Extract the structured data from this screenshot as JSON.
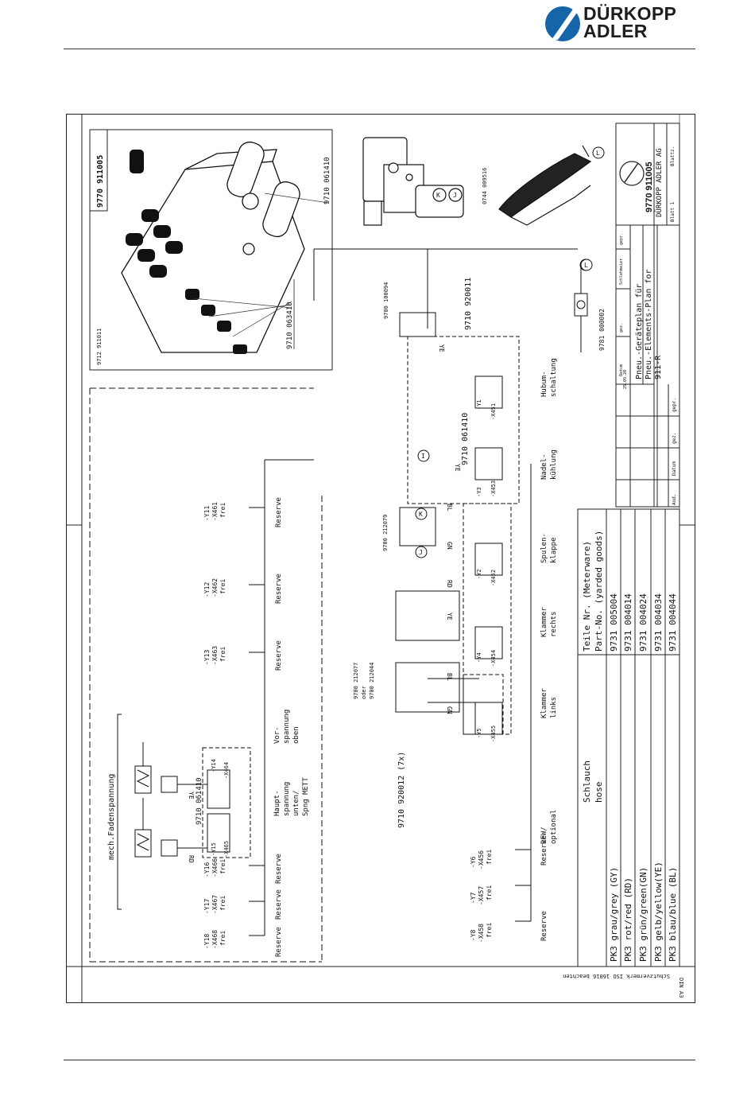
{
  "brand": {
    "line1": "DÜRKOPP",
    "line2": "ADLER"
  },
  "drawing": {
    "number": "9770 911005",
    "title_lines": [
      "Pneu.-Geräteplan für",
      "Pneu.-Elements-Plan for",
      "911-R"
    ],
    "company": "DÜRKOPP ADLER AG",
    "blatt_label": "Blatt 1",
    "blatt_count_label": "Blattz.",
    "date": "25.09.20",
    "revision_cols": [
      "And.",
      "Datum",
      "gez.",
      "gepr."
    ],
    "header_cells": [
      "Datum",
      "gez.",
      "Schlehmeier",
      "gepr."
    ],
    "din": "DIN A3",
    "protection": "Schutzvermerk ISO 16016 beachten"
  },
  "valve_blocks": {
    "block_a": "9770 911005",
    "block_b": "9712 911011",
    "valve_a": "9710 061410",
    "valve_b": "9710 063410",
    "silencer": "9781 000002",
    "handle": "0744 009516",
    "handle_marker": "L",
    "block_markers": [
      "K",
      "J"
    ]
  },
  "hose_table": {
    "headers": [
      [
        "Schlauch",
        "hose"
      ],
      [
        "Teile Nr. (Meterware)",
        "Part-No. (yarded goods)"
      ]
    ],
    "rows": [
      [
        "PK3 grau/grey (GY)",
        "9731 005004"
      ],
      [
        "PK3 rot/red (RD)",
        "9731 004014"
      ],
      [
        "PK3 grün/green(GN)",
        "9731 004024"
      ],
      [
        "PK3 gelb/yellow(YE)",
        "9731 004034"
      ],
      [
        "PK3 blau/blue (BL)",
        "9731 004044"
      ]
    ]
  },
  "reserve_top": [
    {
      "y": "-Y11",
      "x": "-X461",
      "state": "frei",
      "label": "Reserve"
    },
    {
      "y": "-Y12",
      "x": "-X462",
      "state": "frei",
      "label": "Reserve"
    },
    {
      "y": "-Y13",
      "x": "-X463",
      "state": "frei",
      "label": "Reserve"
    },
    {
      "y": "-Y16",
      "x": "-X466",
      "state": "frei",
      "label": "Reserve"
    },
    {
      "y": "-Y17",
      "x": "-X467",
      "state": "frei",
      "label": "Reserve"
    },
    {
      "y": "-Y18",
      "x": "-X468",
      "state": "frei",
      "label": "Reserve"
    }
  ],
  "tension_group": {
    "title": "mech.Fadenspannung",
    "valve": "9710 061410",
    "y15": "-Y15",
    "x465": "-X465",
    "y14": "-Y14",
    "x464": "-X464",
    "hose_rd": "RD",
    "hose_ye": "YE",
    "label_main": [
      "Haupt-",
      "spannung",
      "unten/",
      "Spng METT"
    ],
    "label_pre": [
      "Vor-",
      "spannung",
      "oben"
    ]
  },
  "main_group": {
    "valve_part": "9710 920012 (7x)",
    "cyl_part_a": "9700 212077",
    "cyl_or": "oder",
    "cyl_part_b": "9700 212044",
    "cyl_part_c": "9700 212079",
    "cyl_part_d": "9700 100094",
    "valve_c": "9710 061410",
    "valve_d": "9710 920011",
    "functions": [
      {
        "y": "-Y8",
        "x": "-X458",
        "state": "frei",
        "label": [
          "Reserve"
        ]
      },
      {
        "y": "-Y7",
        "x": "-X457",
        "state": "frei",
        "label": [
          "Reserve"
        ]
      },
      {
        "y": "-Y6",
        "x": "-X456",
        "state": "frei",
        "label": [
          "RFW/",
          "optional"
        ]
      },
      {
        "y": "-Y5",
        "x": "-X455",
        "label": [
          "Klammer",
          "links"
        ]
      },
      {
        "y": "-Y4",
        "x": "-X454",
        "label": [
          "Klammer",
          "rechts"
        ]
      },
      {
        "y": "-Y2",
        "x": "-X452",
        "label": [
          "Spulen-",
          "klappe"
        ]
      },
      {
        "y": "-Y3",
        "x": "-X453",
        "label": [
          "Nadel-",
          "kühlung"
        ]
      },
      {
        "y": "-Y1",
        "x": "-X451",
        "label": [
          "Hubum-",
          "schaltung"
        ]
      }
    ],
    "hoses": [
      "GN",
      "BL",
      "YE",
      "RD",
      "GN",
      "BL",
      "YE",
      "YE"
    ],
    "markers": [
      "J",
      "K",
      "I",
      "L"
    ]
  }
}
